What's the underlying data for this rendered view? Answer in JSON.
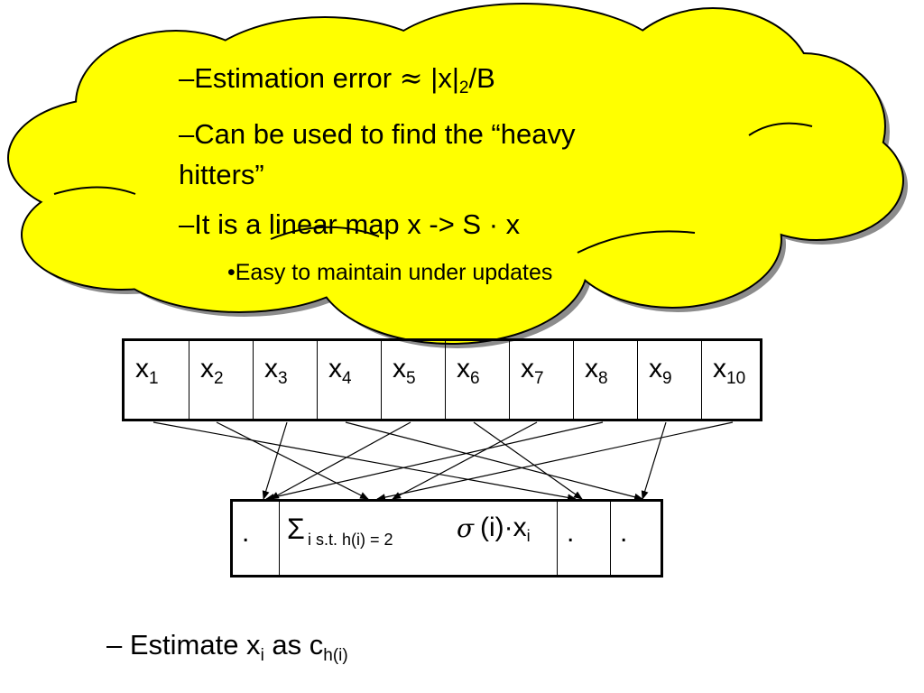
{
  "callout": {
    "line1": {
      "prefix": "–Estimation error",
      "approx_symbol": "≈",
      "norm": "|x|",
      "norm_sub": "2",
      "suffix": "/B"
    },
    "line2a": "–Can be used to find the “heavy",
    "line2b": "hitters”",
    "line3": "–It is a linear map x -> S · x",
    "subbullet": "•Easy to maintain under updates",
    "fill_color": "#ffff00",
    "shadow_color": "#8c8c8c"
  },
  "x_table": {
    "cells": [
      {
        "var": "x",
        "sub": "1"
      },
      {
        "var": "x",
        "sub": "2"
      },
      {
        "var": "x",
        "sub": "3"
      },
      {
        "var": "x",
        "sub": "4"
      },
      {
        "var": "x",
        "sub": "5"
      },
      {
        "var": "x",
        "sub": "6"
      },
      {
        "var": "x",
        "sub": "7"
      },
      {
        "var": "x",
        "sub": "8"
      },
      {
        "var": "x",
        "sub": "9"
      },
      {
        "var": "x",
        "sub": "10"
      }
    ]
  },
  "c_table": {
    "cell1": ".",
    "sum_symbol": "Σ",
    "sum_subscript": "i s.t. h(i) = 2",
    "sigma_symbol": "σ",
    "sigma_text": "(i)·x",
    "sigma_sub": "i",
    "cell3": ".",
    "cell4": "."
  },
  "bottom": {
    "prefix": "– Estimate x",
    "prefix_sub": "i",
    "mid": " as c",
    "mid_sub": "h(i)"
  }
}
